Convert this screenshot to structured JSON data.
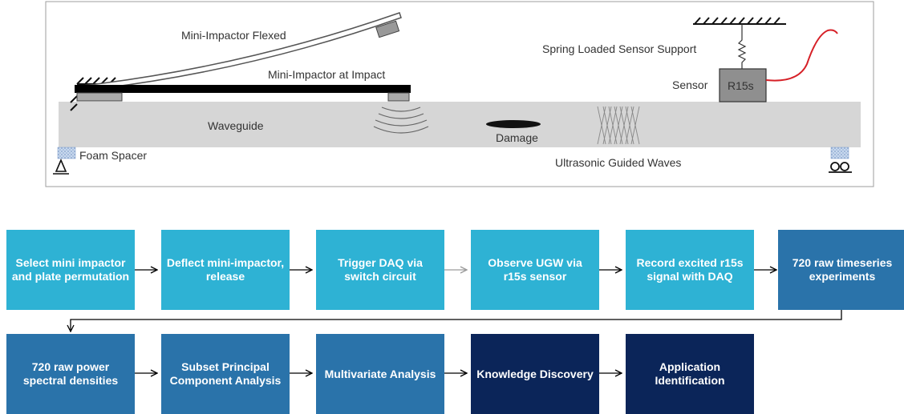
{
  "schematic": {
    "mini_impactor_flexed": "Mini-Impactor Flexed",
    "mini_impactor_at_impact": "Mini-Impactor at Impact",
    "spring_loaded_sensor_support": "Spring Loaded Sensor Support",
    "sensor": "Sensor",
    "sensor_model": "R15s",
    "waveguide": "Waveguide",
    "damage": "Damage",
    "foam_spacer": "Foam Spacer",
    "ultrasonic_guided_waves": "Ultrasonic Guided Waves"
  },
  "flow": {
    "row1": [
      "Select mini impactor and plate permutation",
      "Deflect mini-impactor, release",
      "Trigger DAQ via switch circuit",
      "Observe UGW via r15s sensor",
      "Record excited r15s signal with DAQ",
      "720 raw timeseries experiments"
    ],
    "row2": [
      "720 raw power spectral densities",
      "Subset Principal Component Analysis",
      "Multivariate Analysis",
      "Knowledge Discovery",
      "Application Identification"
    ]
  },
  "colors": {
    "light_step": "#2eb2d4",
    "mid_step": "#2a73aa",
    "dark_step": "#0b2559",
    "signal_line": "#d62027"
  }
}
